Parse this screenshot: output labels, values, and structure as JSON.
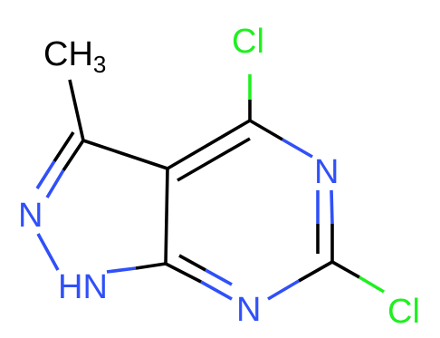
{
  "molecule": {
    "atoms": {
      "cl_top": {
        "label": "Cl"
      },
      "cl_bottom": {
        "label": "Cl"
      },
      "n_ring_right": {
        "label": "N"
      },
      "n_ring_bottom": {
        "label": "N"
      },
      "n_pyrazole": {
        "label": "N"
      },
      "nh_pyrazole": {
        "label": "HN"
      },
      "methyl": {
        "label": "CH",
        "subscript": "3"
      }
    },
    "colors": {
      "carbon_bond": "#000000",
      "nitrogen": "#3050f8",
      "chlorine": "#1ff01f",
      "background": "#ffffff"
    }
  }
}
